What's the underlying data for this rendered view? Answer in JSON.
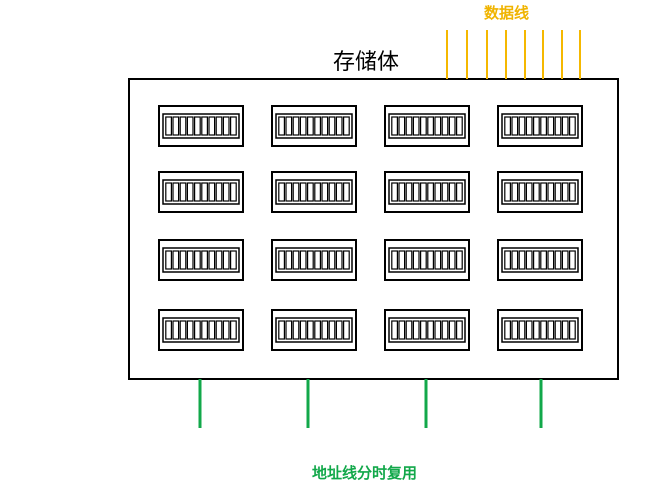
{
  "labels": {
    "data_lines": "数据线",
    "storage_body": "存储体",
    "address_lines": "地址线分时复用"
  },
  "colors": {
    "data_line": "#f5b800",
    "address_line": "#12a84a",
    "outline": "#000000"
  },
  "grid": {
    "rows": 4,
    "cols": 4,
    "cells_per_unit": 10
  },
  "data_line_count": 8,
  "address_line_count": 4
}
